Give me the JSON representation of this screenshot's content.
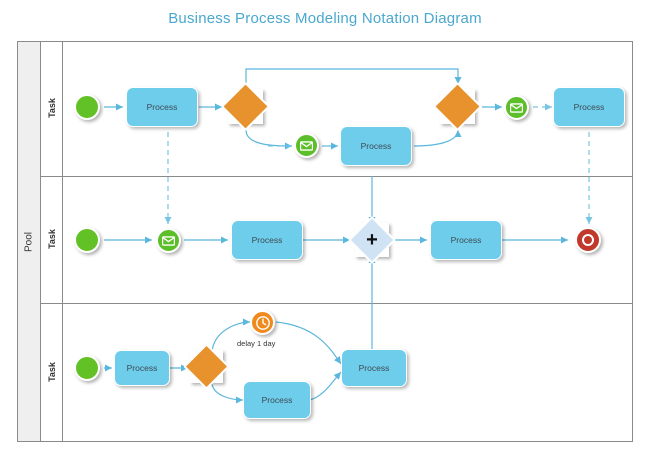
{
  "title": "Business Process Modeling Notation Diagram",
  "colors": {
    "title": "#4aa8cf",
    "task_fill": "#6fcdec",
    "gateway_exclusive": "#e8922e",
    "gateway_parallel": "#cfe3f5",
    "start_event": "#63c128",
    "message_event": "#5cbf2a",
    "timer_event": "#f08a1e",
    "end_event": "#c0392b",
    "connector": "#5bb8dd",
    "frame": "#8a8a8a",
    "pool_header_fill": "#efefef"
  },
  "pool": {
    "label": "Pool"
  },
  "lanes": [
    {
      "label": "Task"
    },
    {
      "label": "Task"
    },
    {
      "label": "Task"
    }
  ],
  "lane1": {
    "start_event": "start-event",
    "task1": "Process",
    "gateway1": "exclusive-gateway",
    "message_event": "message-event",
    "task2": "Process",
    "gateway2": "exclusive-gateway",
    "message_event2": "message-event",
    "task3": "Process"
  },
  "lane2": {
    "start_event": "start-event",
    "message_event": "message-event",
    "task1": "Process",
    "gateway": "parallel-gateway",
    "task2": "Process",
    "end_event": "end-event"
  },
  "lane3": {
    "start_event": "start-event",
    "task1": "Process",
    "gateway": "exclusive-gateway",
    "timer_event": "timer-event",
    "timer_label": "delay 1 day",
    "task2": "Process",
    "task3": "Process"
  }
}
